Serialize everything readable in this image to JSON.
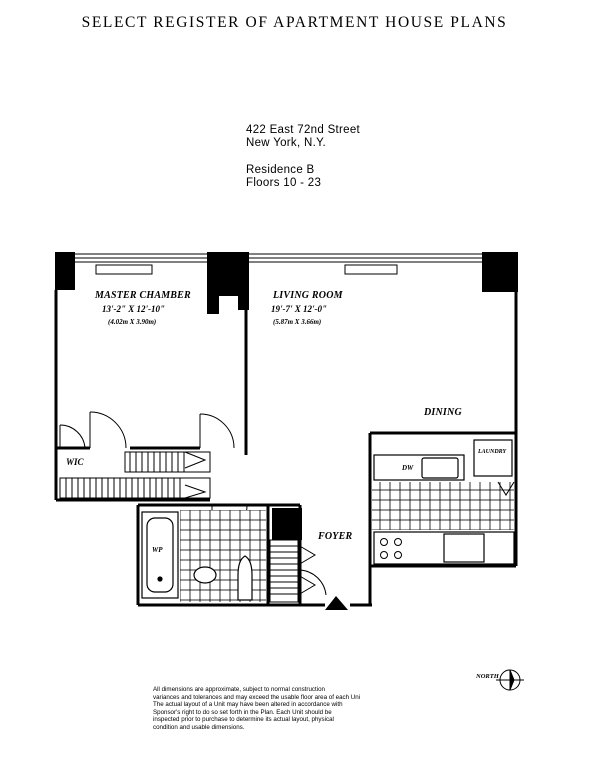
{
  "header": {
    "title": "SELECT REGISTER OF APARTMENT HOUSE PLANS"
  },
  "address": {
    "street": "422 East 72nd Street",
    "city": "New York, N.Y.",
    "residence": "Residence B",
    "floors": "Floors 10 - 23"
  },
  "rooms": {
    "master": {
      "name": "MASTER CHAMBER",
      "dim": "13'-2\" X 12'-10\"",
      "metric": "(4.02m X 3.90m)"
    },
    "living": {
      "name": "LIVING ROOM",
      "dim": "19'-7' X 12'-0\"",
      "metric": "(5.87m X 3.66m)"
    },
    "dining": "DINING",
    "foyer": "FOYER",
    "wic": "WIC",
    "dw": "DW",
    "laundry": "LAUNDRY",
    "wp": "WP"
  },
  "north_label": "NORTH",
  "disclaimer": [
    "All dimensions are approximate, subject to normal construction",
    "variances and tolerances and may exceed the usable floor area of each Uni",
    "The actual layout of a Unit may have been altered in accordance with",
    "Sponsor's right to do so set forth in the Plan. Each Unit should be",
    "inspected prior to purchase to determine its actual layout, physical",
    "condition and usable dimensions."
  ]
}
